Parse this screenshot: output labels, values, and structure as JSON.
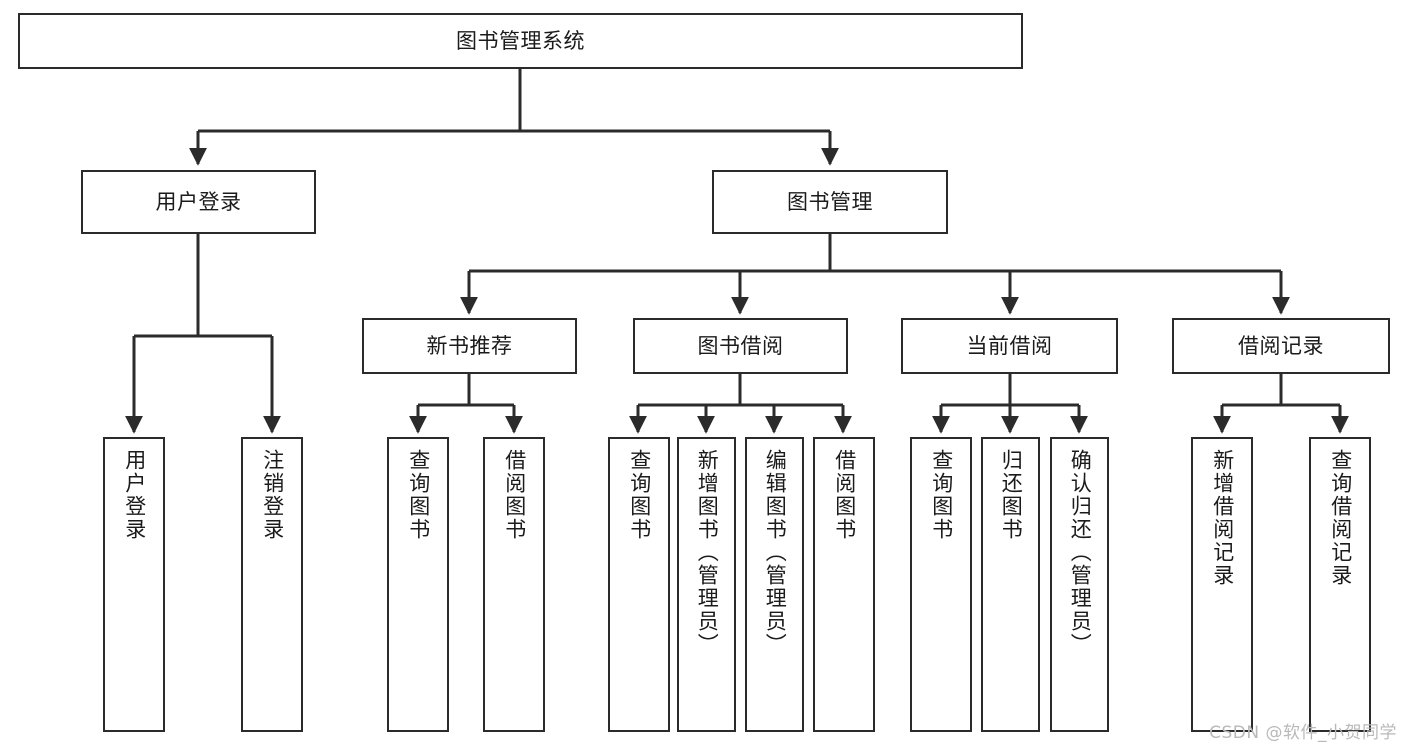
{
  "diagram": {
    "type": "tree",
    "title": "图书管理系统",
    "root": {
      "label": "图书管理系统"
    },
    "level2": [
      {
        "label": "用户登录"
      },
      {
        "label": "图书管理"
      }
    ],
    "level3": [
      {
        "label": "新书推荐"
      },
      {
        "label": "图书借阅"
      },
      {
        "label": "当前借阅"
      },
      {
        "label": "借阅记录"
      }
    ],
    "leaves": [
      {
        "label": "用户登录",
        "parent": "用户登录"
      },
      {
        "label": "注销登录",
        "parent": "用户登录"
      },
      {
        "label": "查询图书",
        "parent": "新书推荐"
      },
      {
        "label": "借阅图书",
        "parent": "新书推荐"
      },
      {
        "label": "查询图书",
        "parent": "图书借阅"
      },
      {
        "label": "新增图书（管理员）",
        "parent": "图书借阅"
      },
      {
        "label": "编辑图书（管理员）",
        "parent": "图书借阅"
      },
      {
        "label": "借阅图书",
        "parent": "图书借阅"
      },
      {
        "label": "查询图书",
        "parent": "当前借阅"
      },
      {
        "label": "归还图书",
        "parent": "当前借阅"
      },
      {
        "label": "确认归还（管理员）",
        "parent": "当前借阅"
      },
      {
        "label": "新增借阅记录",
        "parent": "借阅记录"
      },
      {
        "label": "查询借阅记录",
        "parent": "借阅记录"
      }
    ]
  },
  "watermark": {
    "text": "CSDN @软件_小贺同学"
  },
  "colors": {
    "background": "#ffffff",
    "box_fill": "#ffffff",
    "box_border": "#2b2b2b",
    "edge": "#2b2b2b",
    "text": "#1b1b1b",
    "watermark": "#b9b9b9"
  }
}
